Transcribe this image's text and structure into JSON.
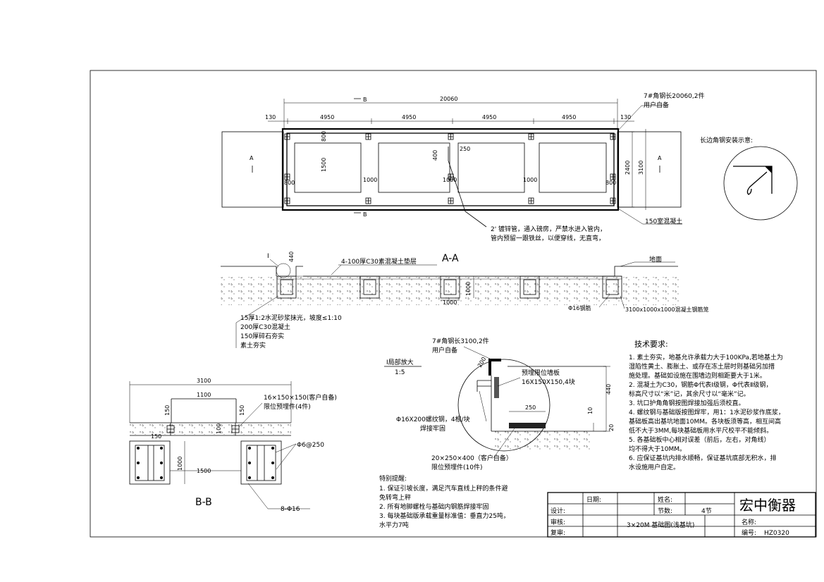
{
  "plan": {
    "dim_total": "20060",
    "dim_end": "130",
    "dim_span": "4950",
    "dim_height_outer": "3100",
    "dim_height_inner": "2400",
    "dim_800": "800",
    "dim_1500": "1500",
    "dim_1000": "1000",
    "dim_400": "400",
    "dim_250": "250",
    "section_a": "A",
    "section_b": "B",
    "note_angle_steel": [
      "7#角钢长20060,2件",
      "用户自备"
    ],
    "note_pipe": [
      "2' 镀锌管，通入磅房，严禁水进入管内，",
      "管内预留一跟铁丝，以便穿线，无直弯，"
    ],
    "note_concrete": "150室混凝土"
  },
  "corner_detail": {
    "title": "长边角钢安装示意:"
  },
  "section_aa": {
    "title": "A-A",
    "label_i": "I",
    "dim_440": "440",
    "dim_1000": "1000",
    "note_pad": "4-100厚C30素混凝土垫层",
    "note_ground": "地面",
    "note_rebar": "Φ16钢筋",
    "note_cage": "3100x1000x1000混凝土钢筋笼",
    "layers": [
      "15厚1:2水泥砂浆抹光，坡度≤1:10",
      "200厚C30混凝土",
      "150厚碎石夯实",
      "素土夯实"
    ]
  },
  "detail_i": {
    "title": "I局部放大",
    "scale": "1:5",
    "note_angle": [
      "7#角钢长3100,2件",
      "用户自备"
    ],
    "note_plate": [
      "预埋限位墙板",
      "16X150X150,4块"
    ],
    "note_bolt": [
      "Φ16X200螺纹钢，4根/块",
      "焊接牢固"
    ],
    "note_embed": [
      "20×250×400（客户自备）",
      "限位预埋件(10件)"
    ],
    "dim_200": "200",
    "dim_440": "440",
    "dim_250": "250",
    "dim_10": "10",
    "dim_20": "20"
  },
  "section_bb": {
    "title": "B-B",
    "dim_3100": "3100",
    "dim_1100": "1100",
    "dim_150": "150",
    "dim_100": "100",
    "dim_1000": "1000",
    "dim_1500": "1500",
    "note_plate": [
      "16×150×150(客户自备)",
      "限位预埋件(4件)"
    ],
    "note_stirrup": "Φ6@250",
    "note_bars": "8-Φ16"
  },
  "special_notes": {
    "title": "特别提醒:",
    "lines": [
      "1. 保证引坡长度，满足汽车直线上秤的条件避",
      "免转弯上秤",
      "2. 所有地脚螺栓与基础内钢筋焊接牢固",
      "3. 每块基础版承载重量标准值：垂直力25吨，",
      "水平力7吨"
    ]
  },
  "tech_req": {
    "title": "技术要求:",
    "lines": [
      "1. 素土夯实，地基允许承载力大于100KPa,若地基土为",
      "湿陷性黄土、膨胀土、或存在冻土层时则基础另加措",
      "施处理。基础如设施在围墙边则相距要大于1米。",
      "2. 混凝土为C30，钢筋Φ代表Ⅰ级钢，Φ代表Ⅱ级钢，",
      "标高尺寸以“米”记，其余尺寸以“毫米”记。",
      "3. 坑口护角角钢按图焊接加强后须校直。",
      "4. 螺纹钢与基础版按图焊牢，用1：1水泥砂浆作底浆，",
      "基础板高出基坑地面10MM。各块板须等高，相互间高",
      "低不大于3MM,每块基础板用水平尺校平不能倾斜。",
      "5. 各基础板中心相对误差（前后，左右，对角线）",
      "均不得大于10MM。",
      "6. 应保证基坑内排水顺畅，保证基坑底部无积水，排",
      "水设施用户自定。"
    ]
  },
  "title_block": {
    "date_label": "日期:",
    "name_label": "姓名:",
    "design_label": "设计:",
    "section_count_label": "节数:",
    "section_count_value": "4节",
    "company": "宏中衡器",
    "review_label": "审核:",
    "drawing_name": "3×20M 基础图(浅基坑)",
    "title_label": "名称:",
    "recheck_label": "复审:",
    "code_label": "编号:",
    "code_value": "HZ0320"
  }
}
